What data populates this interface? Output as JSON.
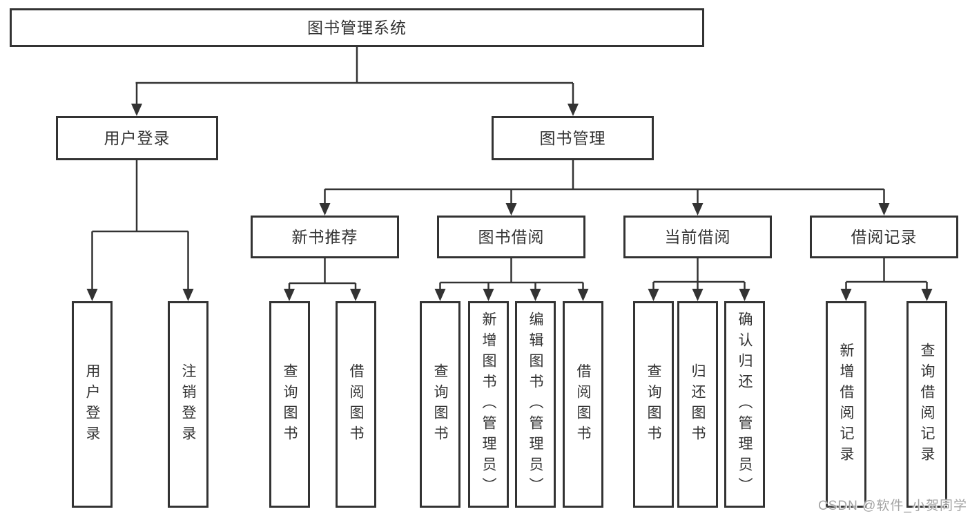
{
  "root": {
    "label": "图书管理系统"
  },
  "level2": [
    {
      "label": "用户登录"
    },
    {
      "label": "图书管理"
    }
  ],
  "user_login_children": [
    "用户登录",
    "注销登录"
  ],
  "modules": [
    {
      "label": "新书推荐",
      "children": [
        "查询图书",
        "借阅图书"
      ]
    },
    {
      "label": "图书借阅",
      "children": [
        "查询图书",
        "新增图书（管理员）",
        "编辑图书（管理员）",
        "借阅图书"
      ]
    },
    {
      "label": "当前借阅",
      "children": [
        "查询图书",
        "归还图书",
        "确认归还（管理员）"
      ]
    },
    {
      "label": "借阅记录",
      "children": [
        "新增借阅记录",
        "查询借阅记录"
      ]
    }
  ],
  "watermark": "CSDN @软件_小贺同学",
  "colors": {
    "line": "#333333",
    "text": "#333333",
    "watermark": "#a3a3a3",
    "background": "#ffffff"
  }
}
